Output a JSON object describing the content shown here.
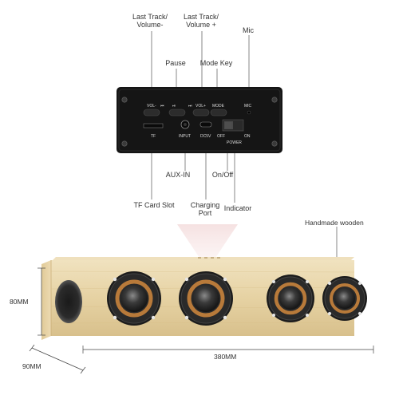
{
  "callouts": {
    "last_track_vol_minus": "Last Track/\nVolume-",
    "last_track_vol_plus": "Last Track/\nVolume +",
    "mic": "Mic",
    "pause": "Pause",
    "mode_key": "Mode Key",
    "aux_in": "AUX-IN",
    "on_off": "On/Off",
    "tf_card_slot": "TF Card Slot",
    "charging_port": "Charging\nPort",
    "indicator": "Indicator",
    "handmade_wooden": "Handmade wooden"
  },
  "panel_labels": {
    "vol_minus": "VOL-",
    "vol_plus": "VOL+",
    "mode": "MODE",
    "mic": "MIC",
    "tf": "TF",
    "input": "INPUT",
    "dc5v": "DC5V",
    "off": "OFF",
    "on": "ON",
    "power": "POWER"
  },
  "dimensions": {
    "height": "80MM",
    "width": "380MM",
    "depth": "90MM"
  },
  "colors": {
    "panel": "#151515",
    "wood_light": "#ead8ae",
    "wood_dark": "#d9c08a",
    "speaker_ring": "#b87a3a"
  }
}
